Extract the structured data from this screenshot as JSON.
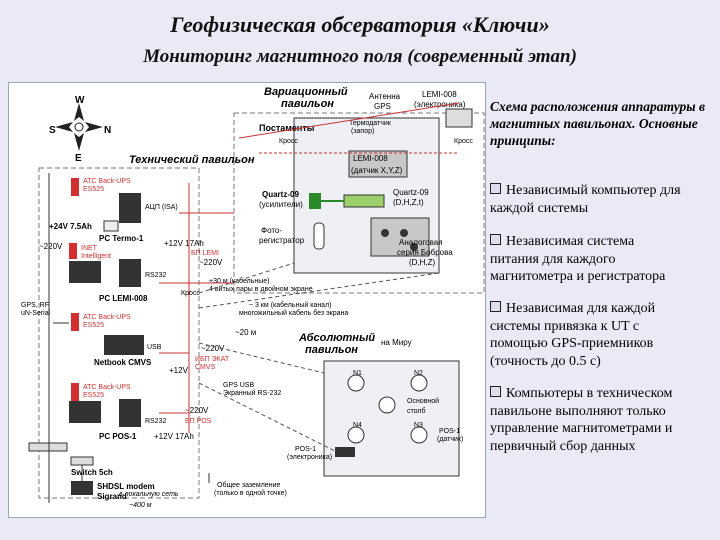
{
  "title": "Геофизическая обсерватория «Ключи»",
  "subtitle": "Мониторинг магнитного поля (современный этап)",
  "sidebar": {
    "heading": "Схема расположения аппаратуры в магнитных павильонах. Основные принципы:",
    "bullets": [
      [
        "Независимый компьютер для",
        "каждой системы"
      ],
      [
        "Независимая система",
        "питания для каждого",
        "магнитометра и регистратора"
      ],
      [
        "Независимая для каждой",
        "системы привязка к UT с",
        "помощью GPS-приемников",
        "(точность до 0.5 с)"
      ],
      [
        "Компьютеры в техническом",
        "павильоне выполняют только",
        "управление магнитометрами и",
        "первичный сбор данных"
      ]
    ]
  },
  "diagram": {
    "compass": {
      "n": "N",
      "s": "S",
      "w": "W",
      "e": "E"
    },
    "var_pavilion": [
      "Вариационный",
      "павильон"
    ],
    "tech_pavilion": "Технический павильон",
    "abs_pavilion": [
      "Абсолютный",
      "павильон"
    ],
    "antenna": [
      "Антенна",
      "GPS"
    ],
    "lemi_top": [
      "LEMI-008",
      "(электроника)"
    ],
    "postaments": "Постаменты",
    "thermo": [
      "Термодатчик",
      "(запор)"
    ],
    "cross": "Кросс",
    "lemi_sensor": [
      "LEMI-008",
      "(датчик X,Y,Z)"
    ],
    "quartz_amp": [
      "Quartz-09",
      "(усилители)"
    ],
    "quartz_sensor": [
      "Quartz-09",
      "(D,H,Z,t)"
    ],
    "photo_reg": [
      "Фото-",
      "регистратор"
    ],
    "bobrov": [
      "Аналоговая",
      "серия Боброва",
      "(D,H,Z)"
    ],
    "ups1": [
      "АТС Back-UPS",
      "ES525"
    ],
    "aup": "АЦП (ISA)",
    "v24": "+24V 7.5Ah",
    "pc_termo": "PC Termo-1",
    "v220": "~220V",
    "inet": [
      "INET",
      "Intelligent"
    ],
    "v12_17": "+12V 17Ah",
    "bp_lemi": [
      "БП LEMI"
    ],
    "rs232": "RS232",
    "pc_lemi": "PC LEMI-008",
    "lines4": [
      "+30 м (кабельные)",
      "4 витых пары в двойном экране"
    ],
    "km_cable": [
      "~ 3 км (кабельный канал)",
      "многожильный кабель без экрана"
    ],
    "gps_rf": [
      "GPS, RF",
      "uN-Serial"
    ],
    "ups2": [
      "АТС Back-UPS",
      "ES525"
    ],
    "usb": "USB",
    "netbook": "Netbook CMVS",
    "v12": "+12V",
    "m20": "~20 м",
    "v220b": "~220V",
    "bp_ekat": [
      "ИБП ЭКАТ",
      "CMVS"
    ],
    "na_miru": "на Миру",
    "n1": "N1",
    "n2": "N2",
    "main_pillar": [
      "Основной",
      "столб"
    ],
    "n4": "N4",
    "n3": "N3",
    "ups3": [
      "АТС Back-UPS",
      "ES525"
    ],
    "gps_usb": [
      "GPS USB",
      "Экранный RS-232"
    ],
    "v220c": "~220V",
    "bp_pos": [
      "БП POS"
    ],
    "pc_pos": "PC POS-1",
    "v12_17b": "+12V 17Ah",
    "pos1_sensor": [
      "POS-1",
      "(датчик)"
    ],
    "pos1_el": [
      "POS-1",
      "(электроника)"
    ],
    "switch": "Switch 5ch",
    "shdsl": [
      "SHDSL modem",
      "Sigrand"
    ],
    "local_net": [
      "в локальную сеть",
      "~400 м"
    ],
    "ground": [
      "Общее заземление",
      "(только в одной точке)"
    ]
  },
  "colors": {
    "bg": "#e9eaf6",
    "accent_red": "#d23030",
    "accent_green": "#2a8a2a",
    "dash": "#555555"
  }
}
